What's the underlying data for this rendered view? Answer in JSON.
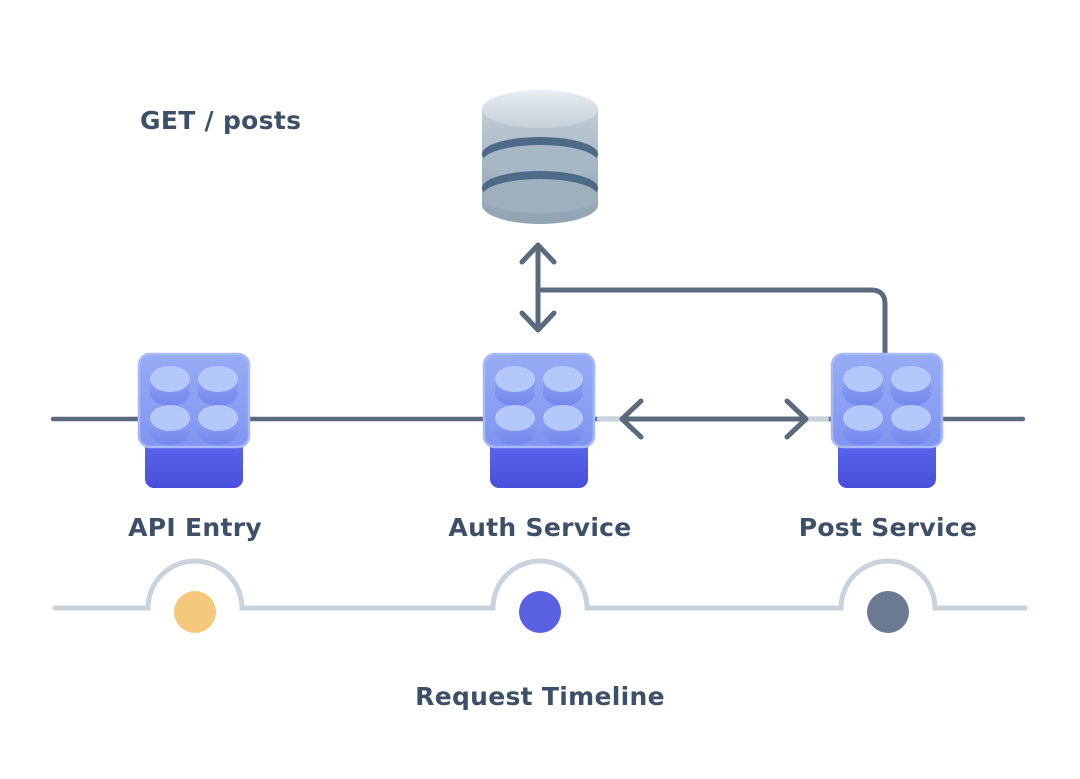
{
  "request_label": "GET / posts",
  "nodes": [
    {
      "id": "api-entry",
      "label": "API Entry"
    },
    {
      "id": "auth-service",
      "label": "Auth Service"
    },
    {
      "id": "post-service",
      "label": "Post Service"
    }
  ],
  "database": {
    "icon": "database-icon"
  },
  "connections": [
    {
      "from": "api-entry",
      "to": "auth-service",
      "type": "line"
    },
    {
      "from": "auth-service",
      "to": "post-service",
      "type": "double-arrow"
    },
    {
      "from": "auth-service",
      "to": "database",
      "type": "double-arrow"
    },
    {
      "from": "post-service",
      "to": "database",
      "type": "elbow-line"
    }
  ],
  "timeline": {
    "label": "Request Timeline",
    "dots": [
      {
        "node": "api-entry",
        "color": "#F5C97D"
      },
      {
        "node": "auth-service",
        "color": "#5A60E2"
      },
      {
        "node": "post-service",
        "color": "#6B7A91"
      }
    ]
  },
  "colors": {
    "text": "#3E5067",
    "connector_dark": "#5B6B7D",
    "connector_light": "#C9D3DD",
    "brick_plate": "#8FA5F2",
    "brick_stud": "#B4C8FA",
    "brick_base": "#5560E6",
    "database_body": "#9BAEBC"
  }
}
